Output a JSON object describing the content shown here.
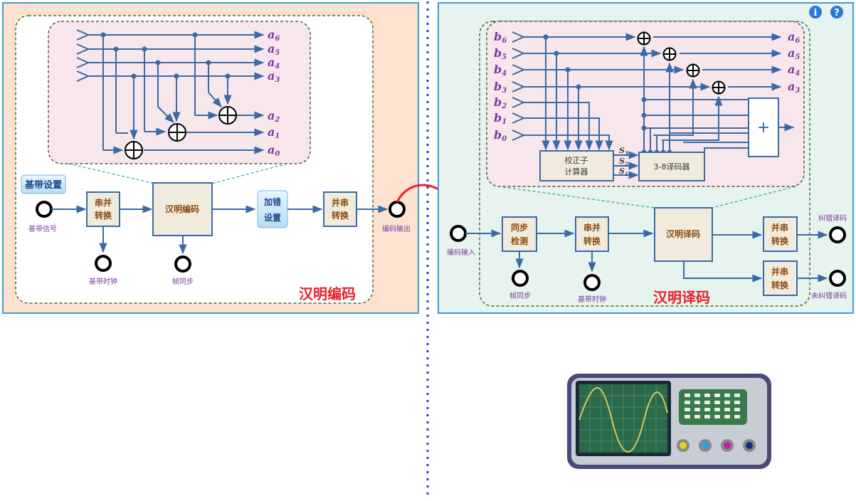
{
  "encoder": {
    "title": "汉明编码",
    "baseband_settings_btn": "基带设置",
    "baseband_signal_label": "基带信号",
    "baseband_clock_label": "基带时钟",
    "frame_sync_label": "帧同步",
    "sp_converter": [
      "串并",
      "转换"
    ],
    "hamming_encoder": "汉明编码",
    "add_error_btn": [
      "加错",
      "设置"
    ],
    "ps_converter": [
      "并串",
      "转换"
    ],
    "code_output_label": "编码输出",
    "outputs": [
      {
        "base": "a",
        "sub": "6"
      },
      {
        "base": "a",
        "sub": "5"
      },
      {
        "base": "a",
        "sub": "4"
      },
      {
        "base": "a",
        "sub": "3"
      },
      {
        "base": "a",
        "sub": "2"
      },
      {
        "base": "a",
        "sub": "1"
      },
      {
        "base": "a",
        "sub": "0"
      }
    ]
  },
  "decoder": {
    "title": "汉明译码",
    "code_input_label": "编码输入",
    "sync_detect": [
      "同步",
      "检测"
    ],
    "frame_sync_label": "帧同步",
    "sp_converter": [
      "串并",
      "转换"
    ],
    "baseband_clock_label": "基带时钟",
    "hamming_decoder": "汉明译码",
    "ps_converter_1": [
      "并串",
      "转换"
    ],
    "ps_converter_2": [
      "并串",
      "转换"
    ],
    "corrected_output_label": "纠错译码",
    "uncorrected_output_label": "未纠错译码",
    "syndrome_calc": [
      "校正子",
      "计算器"
    ],
    "decoder_38": "3-8译码器",
    "adder_symbol": "+",
    "syndromes": [
      {
        "base": "S",
        "sub": "3"
      },
      {
        "base": "S",
        "sub": "2"
      },
      {
        "base": "S",
        "sub": "1"
      }
    ],
    "inputs": [
      {
        "base": "b",
        "sub": "6"
      },
      {
        "base": "b",
        "sub": "5"
      },
      {
        "base": "b",
        "sub": "4"
      },
      {
        "base": "b",
        "sub": "3"
      },
      {
        "base": "b",
        "sub": "2"
      },
      {
        "base": "b",
        "sub": "1"
      },
      {
        "base": "b",
        "sub": "0"
      }
    ],
    "outputs": [
      {
        "base": "a",
        "sub": "6"
      },
      {
        "base": "a",
        "sub": "5"
      },
      {
        "base": "a",
        "sub": "4"
      },
      {
        "base": "a",
        "sub": "3"
      }
    ]
  },
  "colors": {
    "encoder_panel": "#fde3cf",
    "decoder_panel": "#e6f3ee",
    "panel_border": "#3a9be0",
    "line": "#3a6aa6",
    "label_purple": "#7a3aa0",
    "title_red": "#e8202a",
    "block_fill": "#f0ebdc",
    "block_text": "#8a4a10",
    "detail_fill": "#f7e6ec"
  },
  "icons": [
    "info-icon",
    "help-icon",
    "oscilloscope-icon"
  ]
}
